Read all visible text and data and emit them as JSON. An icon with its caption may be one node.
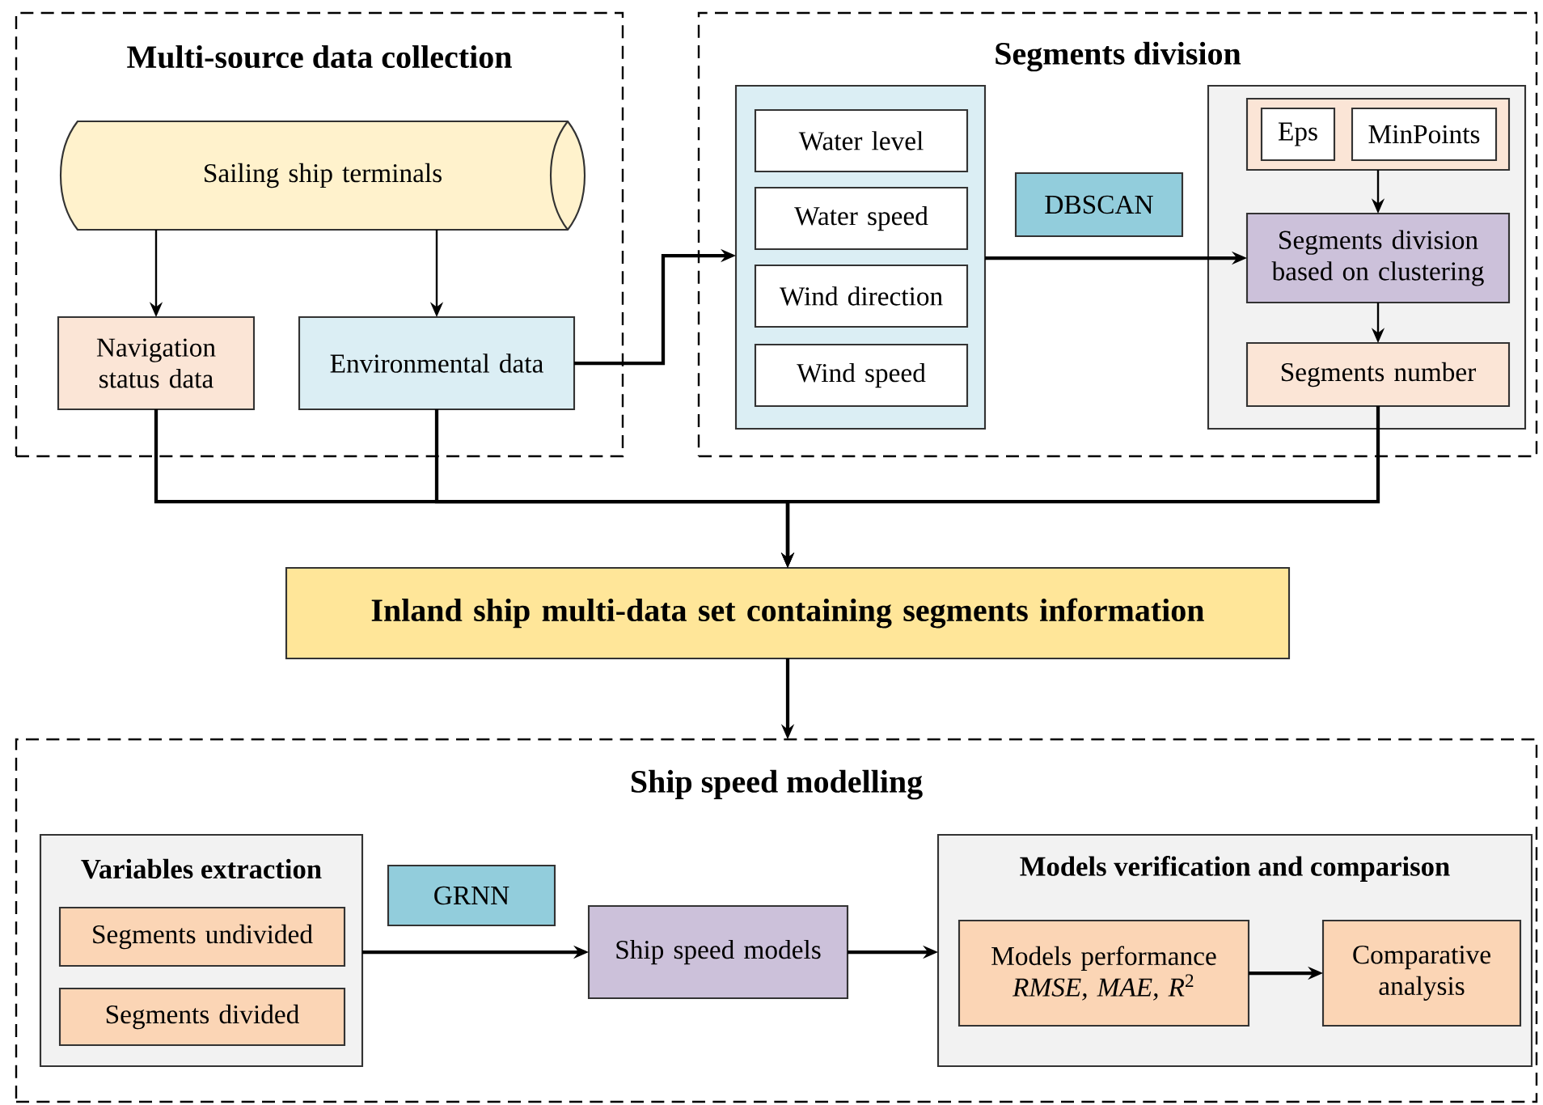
{
  "diagram": {
    "nodes": [
      {
        "text": [
          "Multi-source data collection"
        ]
      },
      {
        "text": [
          "Sailing ship terminals"
        ],
        "in": 0
      },
      {
        "text": [
          "Navigation status data"
        ],
        "in": 0
      },
      {
        "text": [
          "Environmental data"
        ],
        "in": 0
      },
      {
        "text": [
          "Segments division"
        ]
      },
      {
        "text": [],
        "shape": "box",
        "in": 4
      },
      {
        "text": [
          "Water level"
        ],
        "in": 5
      },
      {
        "text": [
          "Water speed"
        ],
        "in": 5
      },
      {
        "text": [
          "Wind direction"
        ],
        "in": 5
      },
      {
        "text": [
          "Wind speed"
        ],
        "in": 5
      },
      {
        "text": [
          "DBSCAN"
        ],
        "in": 4
      },
      {
        "text": [],
        "shape": "box",
        "in": 4
      },
      {
        "text": [],
        "shape": "box",
        "in": 11
      },
      {
        "text": [
          "Eps"
        ],
        "in": 12
      },
      {
        "text": [
          "MinPoints"
        ],
        "in": 12
      },
      {
        "text": [
          "Segments division based on clustering"
        ],
        "in": 11
      },
      {
        "text": [
          "Segments number"
        ],
        "in": 11
      },
      {
        "text": [
          "Inland ship multi-data set containing segments information"
        ]
      },
      {
        "text": [
          "Ship speed modelling"
        ]
      },
      {
        "text": [
          "Variables extraction"
        ],
        "in": 18
      },
      {
        "text": [
          "Segments undivided"
        ],
        "in": 19
      },
      {
        "text": [
          "Segments divided"
        ],
        "in": 19
      },
      {
        "text": [
          "GRNN"
        ],
        "in": 18
      },
      {
        "text": [
          "Ship speed models"
        ],
        "in": 18
      },
      {
        "text": [
          "Models verification and comparison"
        ],
        "in": 18
      },
      {
        "text": [
          "Models performance",
          "*RMSE, MAE, R*$^{2}$"
        ],
        "in": 24
      },
      {
        "text": [
          "Comparative analysis"
        ],
        "in": 24
      }
    ],
    "edges": [
      {
        "from": 1,
        "to": 2,
        "arrow": "to"
      },
      {
        "from": 1,
        "to": 3,
        "arrow": "to"
      },
      {
        "from": 3,
        "to": 5,
        "arrow": "to"
      },
      {
        "from": 5,
        "to": 15,
        "arrow": "to"
      },
      {
        "from": 12,
        "to": 15,
        "arrow": "to"
      },
      {
        "from": 15,
        "to": 16,
        "arrow": "to"
      },
      {
        "from": 2,
        "to": 17,
        "arrow": "to"
      },
      {
        "from": 3,
        "to": 17,
        "arrow": "to"
      },
      {
        "from": 16,
        "to": 17,
        "arrow": "to"
      },
      {
        "from": 17,
        "to": 18,
        "arrow": "to"
      },
      {
        "from": 19,
        "to": 23,
        "arrow": "to"
      },
      {
        "from": 23,
        "to": 24,
        "arrow": "to"
      },
      {
        "from": 25,
        "to": 26,
        "arrow": "to"
      }
    ]
  }
}
